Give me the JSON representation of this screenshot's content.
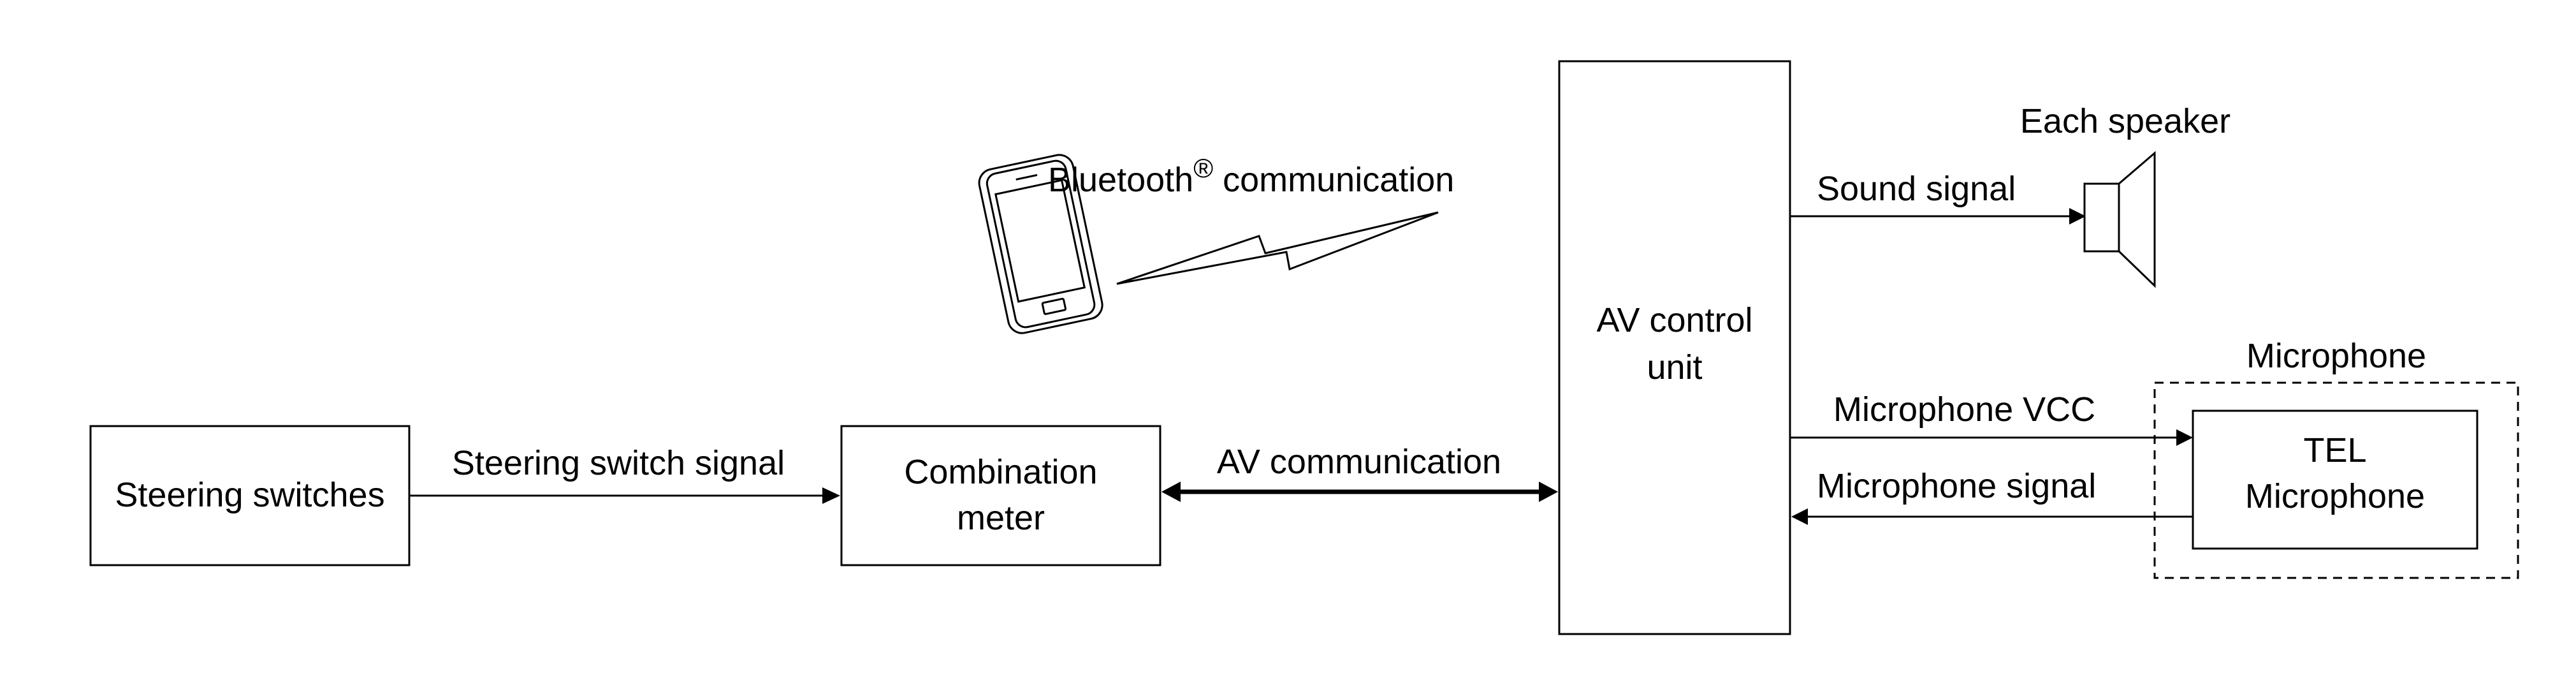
{
  "colors": {
    "line": "#000000",
    "background": "#ffffff"
  },
  "blocks": {
    "steering_switches": "Steering switches",
    "combination_meter": [
      "Combination",
      "meter"
    ],
    "av_control_unit": [
      "AV control",
      "unit"
    ],
    "tel_microphone": [
      "TEL",
      "Microphone"
    ],
    "microphone_group": "Microphone",
    "speaker": "Each speaker"
  },
  "signals": {
    "steering_switch_signal": "Steering switch signal",
    "av_communication": "AV communication",
    "sound_signal": "Sound signal",
    "microphone_vcc": "Microphone VCC",
    "microphone_signal": "Microphone signal",
    "bluetooth_text": "Bluetooth",
    "bluetooth_mark": "®",
    "bluetooth_suffix": " communication"
  },
  "icons": {
    "phone": "smartphone-icon",
    "wireless": "lightning-icon",
    "speaker": "speaker-icon"
  }
}
